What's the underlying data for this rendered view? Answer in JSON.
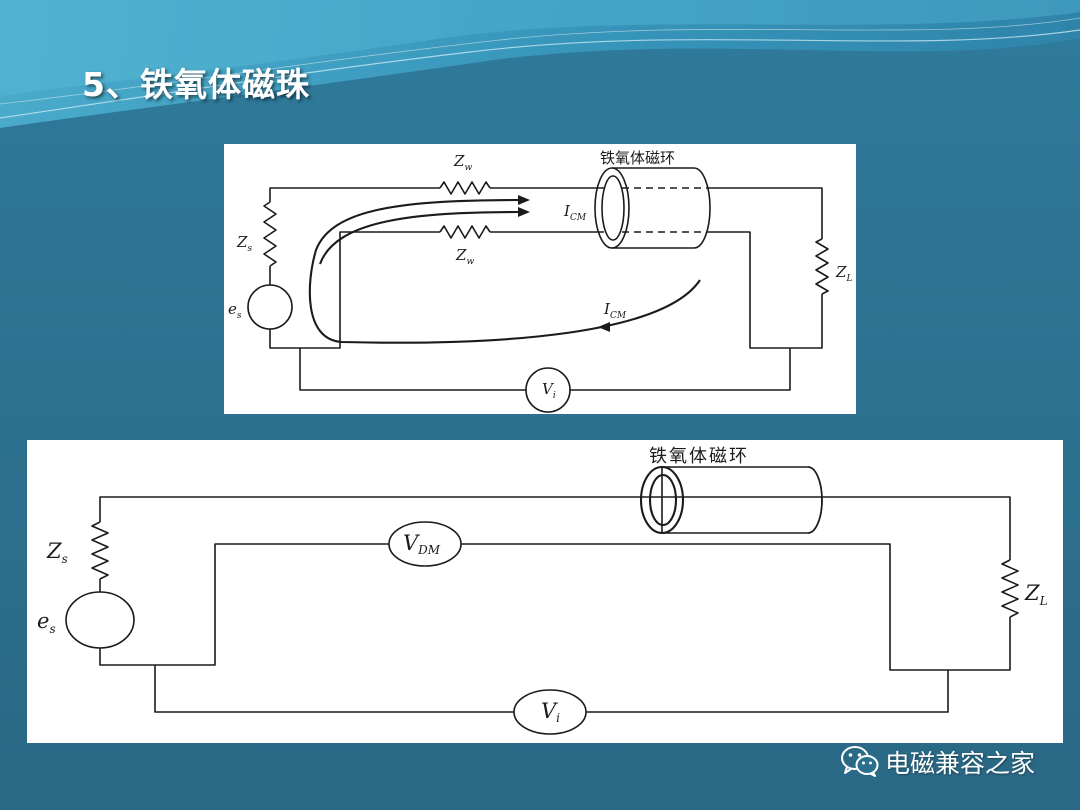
{
  "slide": {
    "title": "5、铁氧体磁珠"
  },
  "diagram_top": {
    "core_label": "铁氧体磁环",
    "zw_upper": {
      "main": "Z",
      "sub": "w"
    },
    "zw_lower": {
      "main": "Z",
      "sub": "w"
    },
    "zs": {
      "main": "Z",
      "sub": "s"
    },
    "es": {
      "main": "e",
      "sub": "s"
    },
    "zl": {
      "main": "Z",
      "sub": "L"
    },
    "icm_core": {
      "main": "I",
      "sub": "CM"
    },
    "icm_return": {
      "main": "I",
      "sub": "CM"
    },
    "vi": {
      "main": "V",
      "sub": "i"
    }
  },
  "diagram_bottom": {
    "core_label": "铁氧体磁环",
    "zs": {
      "main": "Z",
      "sub": "s"
    },
    "es": {
      "main": "e",
      "sub": "s"
    },
    "vdm": {
      "main": "V",
      "sub": "DM"
    },
    "zl": {
      "main": "Z",
      "sub": "L"
    },
    "vi": {
      "main": "V",
      "sub": "i"
    }
  },
  "watermark": {
    "icon": "wechat-icon",
    "text": "电磁兼容之家"
  },
  "colors": {
    "background": "#2b6f8e",
    "wave": "#3d9fc3",
    "panel": "#ffffff",
    "ink": "#1b1b1b",
    "title": "#ffffff"
  }
}
